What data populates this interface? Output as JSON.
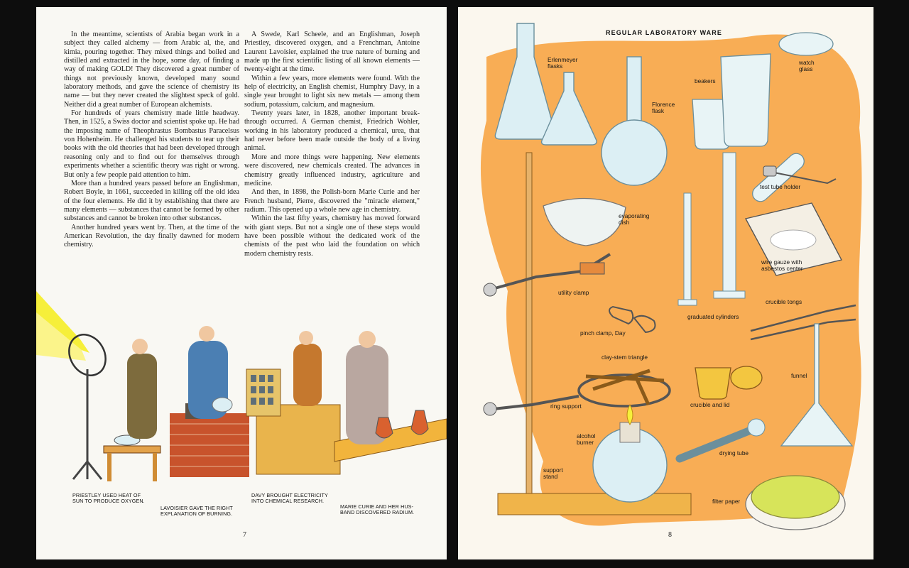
{
  "left_page": {
    "paragraphs_col1": [
      "In the meantime, scientists of Arabia began work in a subject they called alchemy — from Arabic al, the, and kimia, pouring together. They mixed things and boiled and distilled and extracted in the hope, some day, of finding a way of making GOLD! They discovered a great number of things not previously known, developed many sound laboratory methods, and gave the science of chemistry its name — but they never created the slightest speck of gold. Neither did a great number of European alchemists.",
      "For hundreds of years chemistry made little headway. Then, in 1525, a Swiss doctor and scientist spoke up. He had the imposing name of Theophrastus Bombastus Paracelsus von Hohenheim. He challenged his students to tear up their books with the old theories that had been developed through reasoning only and to find out for themselves through experiments whether a scientific theory was right or wrong. But only a few people paid attention to him.",
      "More than a hundred years passed before an Englishman, Robert Boyle, in 1661, succeeded in killing off the old idea of the four elements. He did it by establishing that there are many elements — substances that cannot be formed by other substances and cannot be broken into other substances.",
      "Another hundred years went by. Then, at the time of the American Revolution, the day finally dawned for modern chemistry."
    ],
    "paragraphs_col2": [
      "A Swede, Karl Scheele, and an Englishman, Joseph Priestley, discovered oxygen, and a Frenchman, Antoine Laurent Lavoisier, explained the true nature of burning and made up the first scientific listing of all known elements — twenty-eight at the time.",
      "Within a few years, more elements were found. With the help of electricity, an English chemist, Humphry Davy, in a single year brought to light six new metals — among them sodium, potassium, calcium, and magnesium.",
      "Twenty years later, in 1828, another important break-through occurred. A German chemist, Friedrich Wohler, working in his laboratory produced a chemical, urea, that had never before been made outside the body of a living animal.",
      "More and more things were happening. New elements were discovered, new chemicals created. The advances in chemistry greatly influenced industry, agriculture and medicine.",
      "And then, in 1898, the Polish-born Marie Curie and her French husband, Pierre, discovered the \"miracle element,\" radium. This opened up a whole new age in chemistry.",
      "Within the last fifty years, chemistry has moved forward with giant steps. But not a single one of these steps would have been possible without the dedicated work of the chemists of the past who laid the foundation on which modern chemistry rests."
    ],
    "captions": {
      "priestley": "PRIESTLEY USED HEAT OF\nSUN TO PRODUCE OXYGEN.",
      "lavoisier": "LAVOISIER GAVE THE RIGHT\nEXPLANATION OF BURNING.",
      "davy": "DAVY BROUGHT ELECTRICITY\nINTO CHEMICAL RESEARCH.",
      "curie": "MARIE CURIE AND HER HUS-\nBAND DISCOVERED RADIUM."
    },
    "page_number": "7"
  },
  "right_page": {
    "title": "REGULAR LABORATORY WARE",
    "labels": {
      "erlenmeyer": "Erlenmeyer\nflasks",
      "florence": "Florence\nflask",
      "beakers": "beakers",
      "watch_glass": "watch\nglass",
      "test_tube_holder": "test tube holder",
      "evaporating_dish": "evaporating\ndish",
      "wire_gauze": "wire gauze with\nasbestos center",
      "utility_clamp": "utility clamp",
      "graduated_cylinders": "graduated cylinders",
      "crucible_tongs": "crucible tongs",
      "pinch_clamp": "pinch clamp, Day",
      "clay_stem_triangle": "clay-stem triangle",
      "funnel": "funnel",
      "ring_support": "ring support",
      "crucible_and_lid": "crucible and lid",
      "alcohol_burner": "alcohol\nburner",
      "drying_tube": "drying tube",
      "support_stand": "support\nstand",
      "filter_paper": "filter paper"
    },
    "page_number": "8"
  },
  "colors": {
    "orange_wash": "#f7a648",
    "glass": "#dceff4",
    "wood": "#e3a24a",
    "brick": "#c8532c",
    "sun_yellow": "#f6ef3a"
  }
}
